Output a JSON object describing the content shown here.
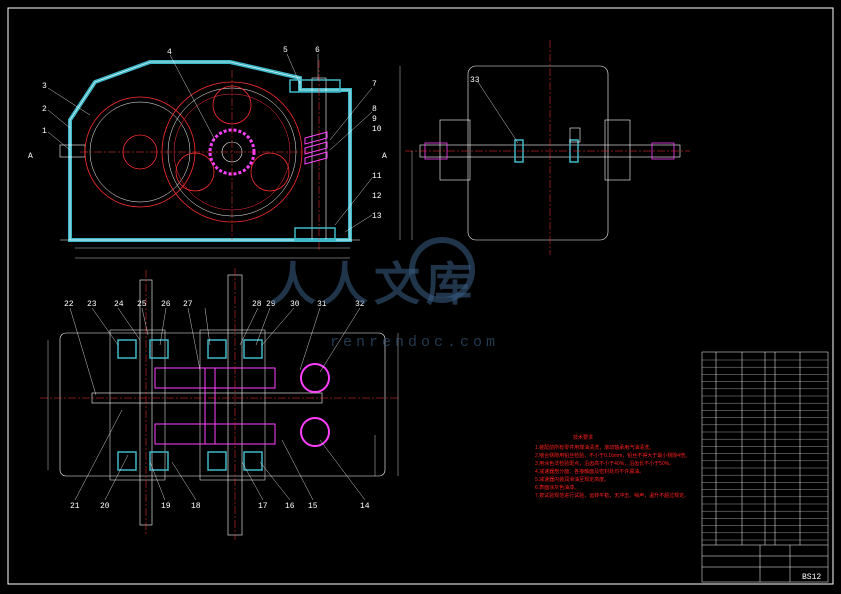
{
  "drawing": {
    "part_numbers_front": [
      "1",
      "2",
      "3",
      "4",
      "5",
      "6",
      "7",
      "8",
      "9",
      "10",
      "11",
      "12",
      "13"
    ],
    "part_numbers_side": [
      "33"
    ],
    "part_numbers_plan_top": [
      "22",
      "23",
      "24",
      "25",
      "26",
      "27",
      "28",
      "29",
      "30",
      "31",
      "32"
    ],
    "part_numbers_plan_bottom": [
      "21",
      "20",
      "19",
      "18",
      "17",
      "16",
      "15",
      "14"
    ],
    "section_mark": "A"
  },
  "watermark": {
    "brand": "人人文库",
    "url": "renrendoc.com"
  },
  "title_block": {
    "drawing_code": "BS12",
    "notes_heading": "技术要求",
    "notes": [
      "1.装配前所有零件用煤油清洗，滚动轴承用汽油清洗。",
      "2.啮合侧隙用铅丝检验，不小于0.16mm，铅丝不得大于最小侧隙4倍。",
      "3.用涂色法检验斑点，沿齿高不小于40%，沿齿长不小于50%。",
      "4.减速器剖分面、各接触面及密封处均不许漏油。",
      "5.减速器内装润滑油至规定高度。",
      "6.表面涂灰色油漆。",
      "7.按试验规范进行试验，运转平稳，无冲击、噪声，温升不超过规定。"
    ]
  },
  "colors": {
    "background": "#000000",
    "outline": "#ffffff",
    "hatch": "#3fb8c8",
    "centerline": "#ff3030",
    "gear": "#ff40ff",
    "notes": "#ff2020",
    "watermark": "#3b5f86"
  }
}
